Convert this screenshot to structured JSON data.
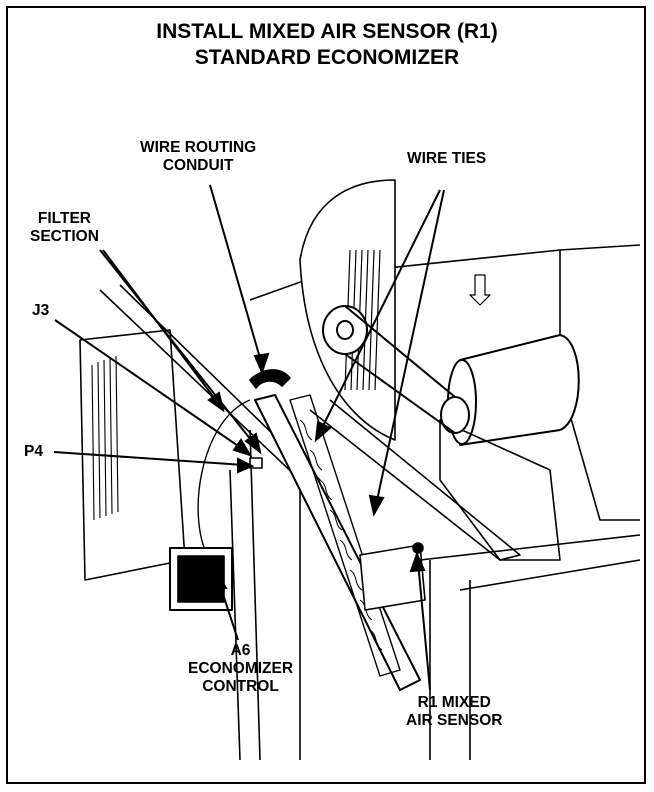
{
  "title": {
    "line1": "INSTALL MIXED AIR SENSOR (R1)",
    "line2": "STANDARD ECONOMIZER"
  },
  "labels": {
    "wire_routing_conduit": [
      "WIRE ROUTING",
      "CONDUIT"
    ],
    "wire_ties": "WIRE TIES",
    "filter_section": [
      "FILTER",
      "SECTION"
    ],
    "j3": "J3",
    "p4": "P4",
    "a6_economizer_control": [
      "A6",
      "ECONOMIZER",
      "CONTROL"
    ],
    "r1_mixed_air_sensor": [
      "R1 MIXED",
      "AIR SENSOR"
    ]
  },
  "colors": {
    "ink": "#000000",
    "paper": "#ffffff"
  }
}
